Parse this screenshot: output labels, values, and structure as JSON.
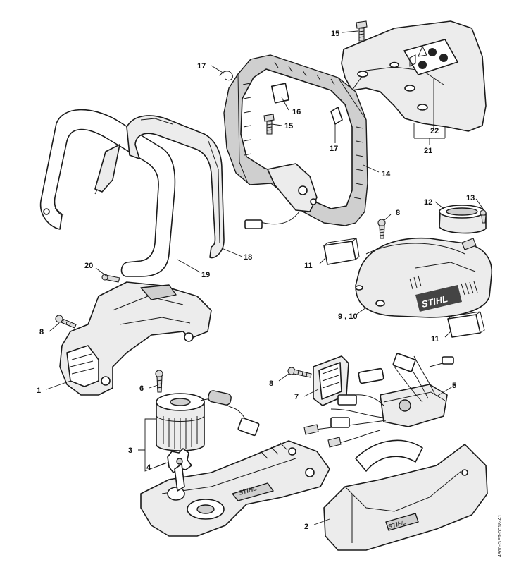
{
  "brand_mark": "STIHL",
  "document_id": "4860-GET-0018-A1",
  "callouts": {
    "c1": "1",
    "c2": "2",
    "c3": "3",
    "c4": "4",
    "c5": "5",
    "c6": "6",
    "c7": "7",
    "c8a": "8",
    "c8b": "8",
    "c8c": "8",
    "c9_10": "9 , 10",
    "c11a": "11",
    "c11b": "11",
    "c12": "12",
    "c13": "13",
    "c14": "14",
    "c15a": "15",
    "c15b": "15",
    "c16": "16",
    "c17a": "17",
    "c17b": "17",
    "c18": "18",
    "c19": "19",
    "c20": "20",
    "c21": "21",
    "c22": "22"
  },
  "colors": {
    "line": "#1a1a1a",
    "part_fill": "#ececec",
    "label_fill": "#1a1a1a"
  }
}
